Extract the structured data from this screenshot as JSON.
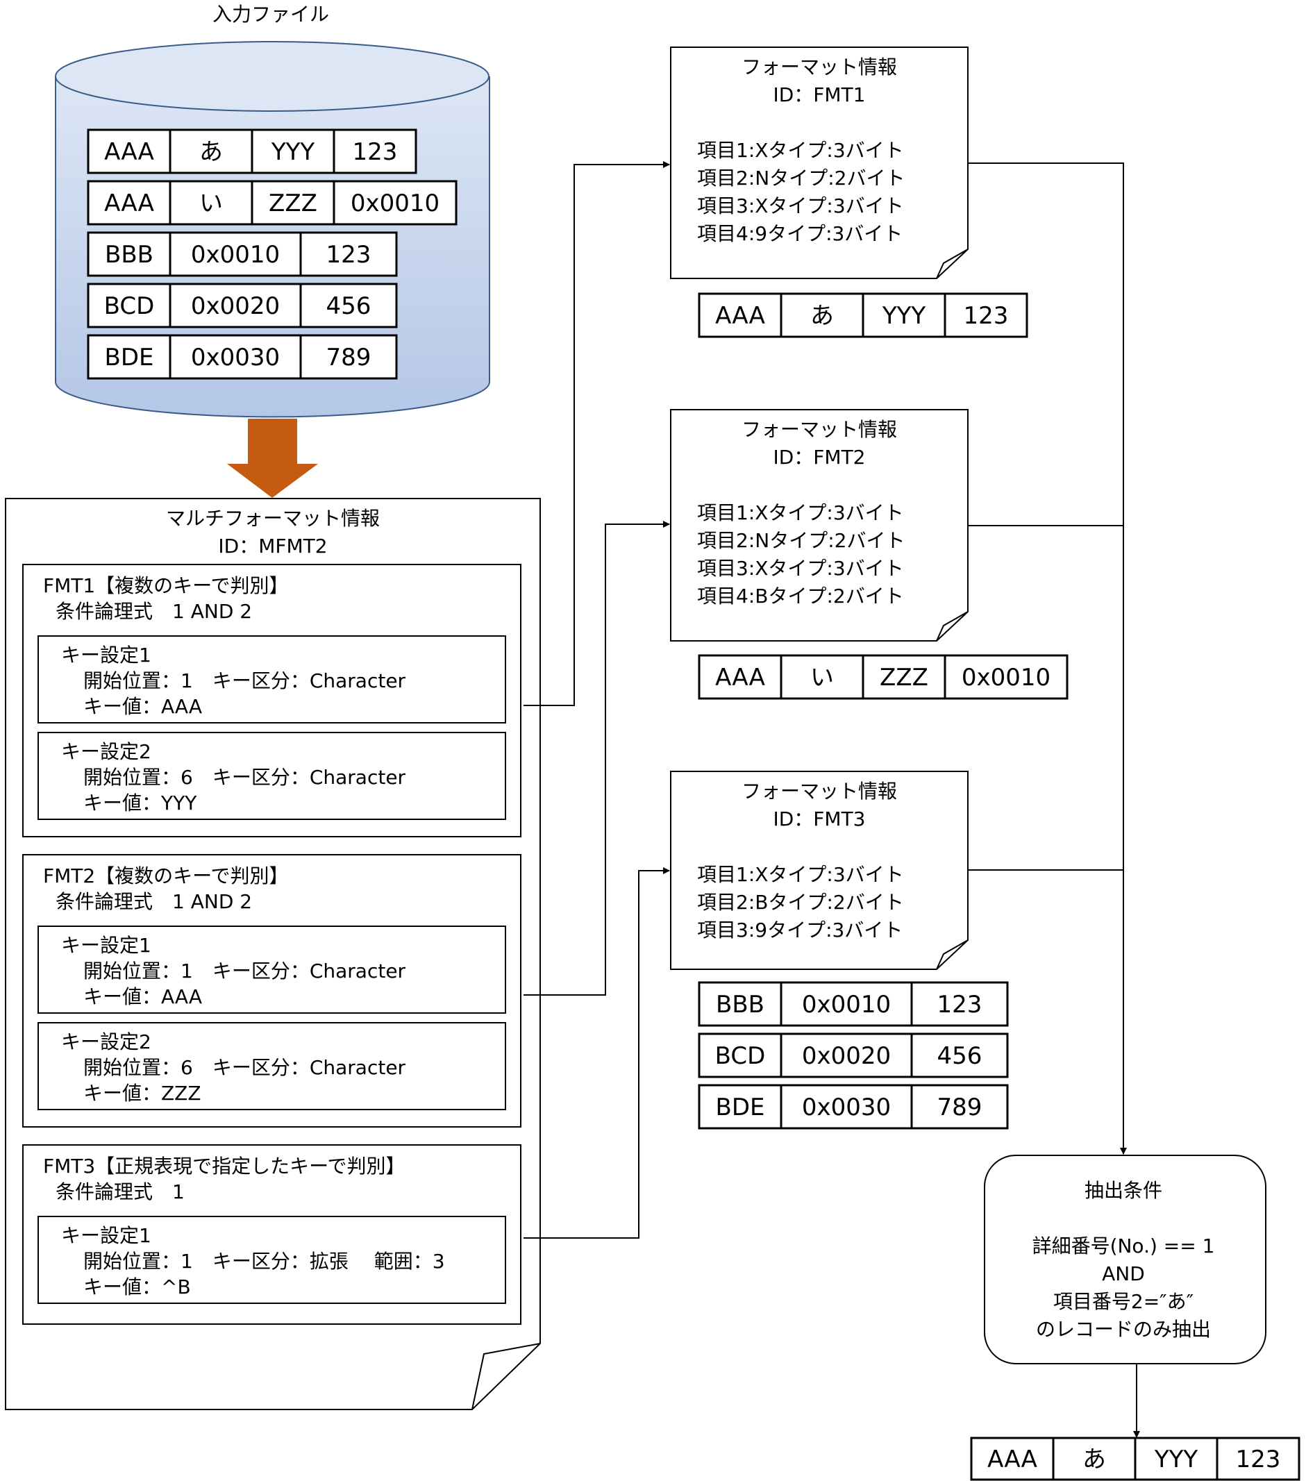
{
  "input_file": {
    "title": "入力ファイル",
    "rows": [
      [
        "AAA",
        "あ",
        "YYY",
        "123"
      ],
      [
        "AAA",
        "い",
        "ZZZ",
        "0x0010"
      ],
      [
        "BBB",
        "0x0010",
        "123"
      ],
      [
        "BCD",
        "0x0020",
        "456"
      ],
      [
        "BDE",
        "0x0030",
        "789"
      ]
    ]
  },
  "multiformat": {
    "title": "マルチフォーマット情報",
    "id": "ID：MFMT2",
    "groups": [
      {
        "header": "FMT1【複数のキーで判別】",
        "condition": "条件論理式　1 AND 2",
        "keys": [
          {
            "title": "キー設定1",
            "line1": "開始位置：1　キー区分：Character",
            "line2": "キー値：AAA"
          },
          {
            "title": "キー設定2",
            "line1": "開始位置：6　キー区分：Character",
            "line2": "キー値：YYY"
          }
        ]
      },
      {
        "header": "FMT2【複数のキーで判別】",
        "condition": "条件論理式　1 AND 2",
        "keys": [
          {
            "title": "キー設定1",
            "line1": "開始位置：1　キー区分：Character",
            "line2": "キー値：AAA"
          },
          {
            "title": "キー設定2",
            "line1": "開始位置：6　キー区分：Character",
            "line2": "キー値：ZZZ"
          }
        ]
      },
      {
        "header": "FMT3【正規表現で指定したキーで判別】",
        "condition": "条件論理式　1",
        "keys": [
          {
            "title": "キー設定1",
            "line1": "開始位置：1　キー区分：拡張　 範囲：3",
            "line2": "キー値：^B"
          }
        ]
      }
    ]
  },
  "formats": [
    {
      "title": "フォーマット情報",
      "id": "ID：FMT1",
      "items": [
        "項目1:Xタイプ:3バイト",
        "項目2:Nタイプ:2バイト",
        "項目3:Xタイプ:3バイト",
        "項目4:9タイプ:3バイト"
      ],
      "rows": [
        [
          "AAA",
          "あ",
          "YYY",
          "123"
        ]
      ]
    },
    {
      "title": "フォーマット情報",
      "id": "ID：FMT2",
      "items": [
        "項目1:Xタイプ:3バイト",
        "項目2:Nタイプ:2バイト",
        "項目3:Xタイプ:3バイト",
        "項目4:Bタイプ:2バイト"
      ],
      "rows": [
        [
          "AAA",
          "い",
          "ZZZ",
          "0x0010"
        ]
      ]
    },
    {
      "title": "フォーマット情報",
      "id": "ID：FMT3",
      "items": [
        "項目1:Xタイプ:3バイト",
        "項目2:Bタイプ:2バイト",
        "項目3:9タイプ:3バイト"
      ],
      "rows": [
        [
          "BBB",
          "0x0010",
          "123"
        ],
        [
          "BCD",
          "0x0020",
          "456"
        ],
        [
          "BDE",
          "0x0030",
          "789"
        ]
      ]
    }
  ],
  "extraction": {
    "title": "抽出条件",
    "lines": [
      "詳細番号(No.) == 1",
      "AND",
      "項目番号2=″あ″",
      "のレコードのみ抽出"
    ]
  },
  "result_row": [
    "AAA",
    "あ",
    "YYY",
    "123"
  ],
  "colors": {
    "cylinder_top": "#dde6f4",
    "cylinder_bottom": "#b4c7e7",
    "cylinder_stroke": "#3b5a8c",
    "arrow_orange": "#c55a11"
  }
}
